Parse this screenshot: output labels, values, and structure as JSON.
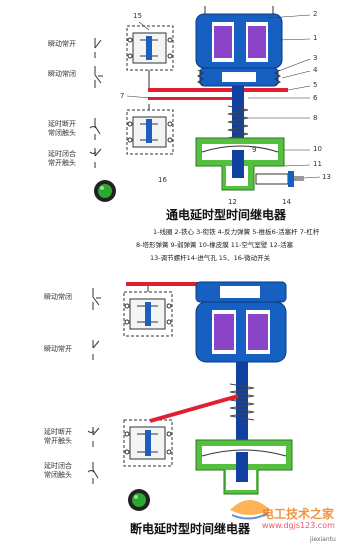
{
  "top": {
    "left_labels": [
      "瞬动常开",
      "瞬动常闭",
      "延时断开\n常闭触头",
      "延时闭合\n常开触头"
    ],
    "numbers": [
      "15",
      "2",
      "1",
      "3",
      "4",
      "5",
      "6",
      "7",
      "8",
      "9",
      "10",
      "11",
      "13",
      "14",
      "12",
      "16"
    ],
    "caption": "通电延时型时间继电器",
    "legend": [
      "1-线圈  2-铁心  3-衔铁  4-反力弹簧  5-推板6-活塞杆  7-杠杆",
      "8-塔形弹簧 9-弱弹簧 10-橡皮膜  11-空气室壁 12-活塞",
      "13-调节螺杆14-进气孔  15、16-微动开关"
    ]
  },
  "bottom": {
    "left_labels": [
      "瞬动常闭",
      "瞬动常开",
      "延时断开\n常开触头",
      "延时闭合\n常闭触头"
    ],
    "caption": "断电延时型时间继电器"
  },
  "watermark": {
    "brand": "电工技术之家",
    "url": "www.dgjs123.com",
    "corner": "jiexiantu"
  },
  "colors": {
    "coil": "#8040c0",
    "core": "#1060c0",
    "body": "#55c040",
    "lever": "#e02030",
    "rod": "#1040a0"
  }
}
